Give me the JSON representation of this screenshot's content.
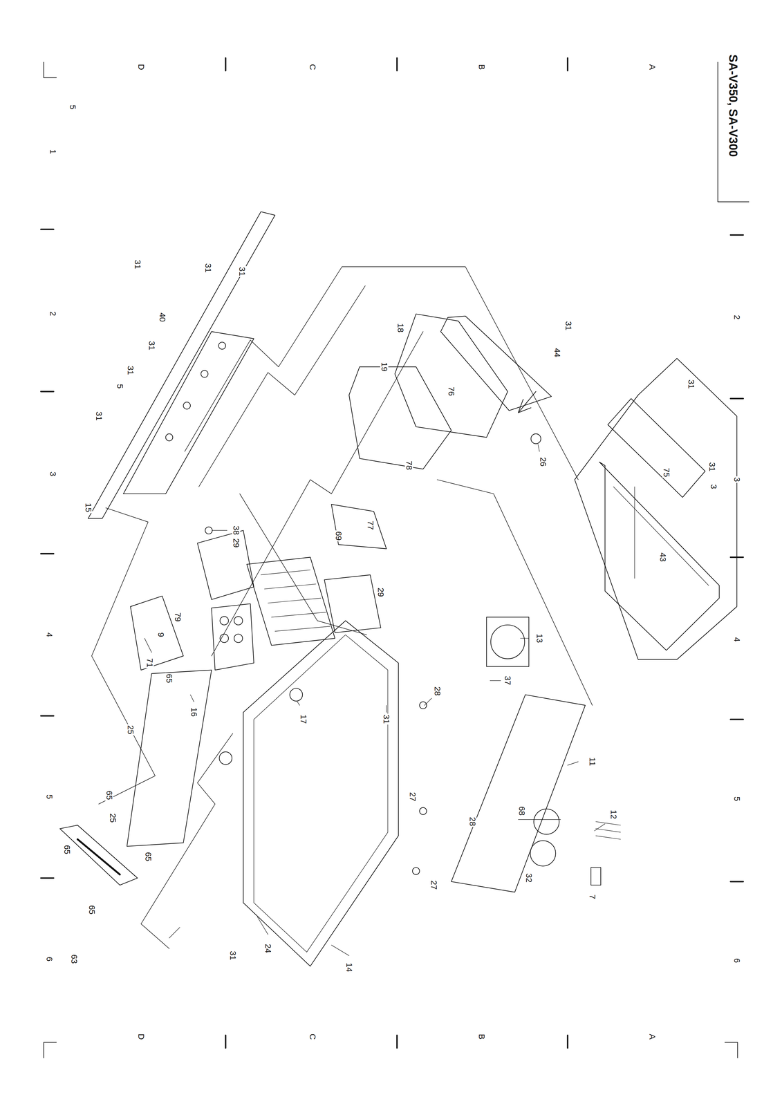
{
  "diagram": {
    "title": "SA-V350, SA-V300",
    "labels": [
      "D",
      "C",
      "B",
      "A",
      "D",
      "C",
      "B",
      "A",
      "5",
      "1",
      "2",
      "3",
      "4",
      "5",
      "6",
      "2",
      "3",
      "4",
      "5",
      "6",
      "31",
      "31",
      "3",
      "75",
      "43",
      "31",
      "44",
      "18",
      "19",
      "76",
      "26",
      "78",
      "77",
      "69",
      "29",
      "29",
      "13",
      "37",
      "28",
      "31",
      "11",
      "68",
      "12",
      "7",
      "32",
      "28",
      "27",
      "27",
      "17",
      "16",
      "65",
      "25",
      "65",
      "25",
      "65",
      "65",
      "65",
      "63",
      "24",
      "31",
      "14",
      "71",
      "9",
      "79",
      "38",
      "15",
      "31",
      "5",
      "31",
      "31",
      "40",
      "31",
      "31",
      "31"
    ]
  }
}
